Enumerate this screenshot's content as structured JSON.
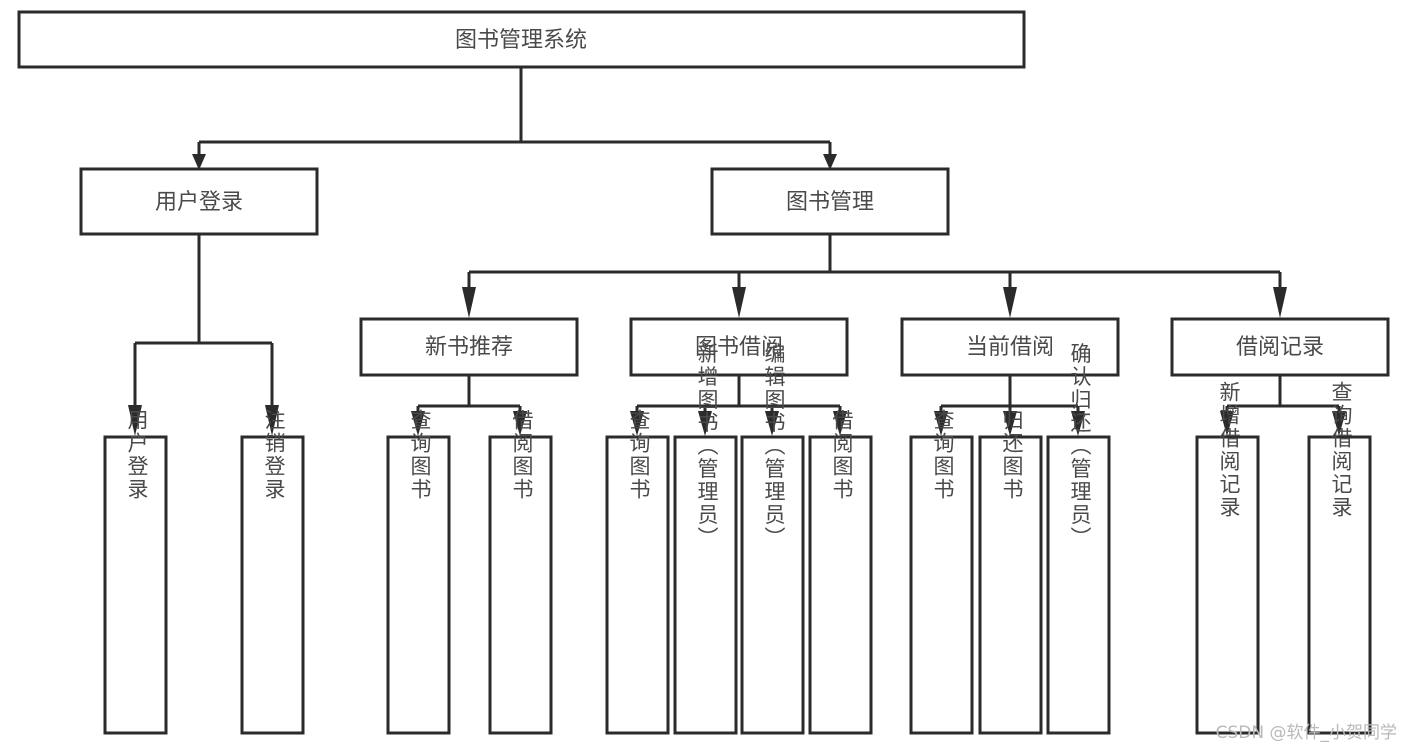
{
  "diagram": {
    "title": "图书管理系统",
    "type": "hierarchy-tree",
    "orientation": "top-down",
    "colors": {
      "box_stroke": "#2b2b2b",
      "box_fill": "#ffffff",
      "text": "#4a4a4a",
      "background": "#ffffff",
      "watermark": "#b9b9b9"
    }
  },
  "root": {
    "label": "图书管理系统"
  },
  "level2": [
    {
      "id": "user-login",
      "label": "用户登录"
    },
    {
      "id": "book-management",
      "label": "图书管理"
    }
  ],
  "level3": [
    {
      "id": "new-book-recommend",
      "label": "新书推荐",
      "parent": "book-management"
    },
    {
      "id": "book-borrow",
      "label": "图书借阅",
      "parent": "book-management"
    },
    {
      "id": "current-borrow",
      "label": "当前借阅",
      "parent": "book-management"
    },
    {
      "id": "borrow-record",
      "label": "借阅记录",
      "parent": "book-management"
    }
  ],
  "leaves": [
    {
      "id": "leaf-user-login",
      "label": "用户登录",
      "parent": "user-login"
    },
    {
      "id": "leaf-logout-login",
      "label": "注销登录",
      "parent": "user-login"
    },
    {
      "id": "leaf-query-book-1",
      "label": "查询图书",
      "parent": "new-book-recommend"
    },
    {
      "id": "leaf-borrow-book-1",
      "label": "借阅图书",
      "parent": "new-book-recommend"
    },
    {
      "id": "leaf-query-book-2",
      "label": "查询图书",
      "parent": "book-borrow"
    },
    {
      "id": "leaf-add-book",
      "label": "新增图书（管理员）",
      "parent": "book-borrow"
    },
    {
      "id": "leaf-edit-book",
      "label": "编辑图书（管理员）",
      "parent": "book-borrow"
    },
    {
      "id": "leaf-borrow-book-2",
      "label": "借阅图书",
      "parent": "book-borrow"
    },
    {
      "id": "leaf-query-book-3",
      "label": "查询图书",
      "parent": "current-borrow"
    },
    {
      "id": "leaf-return-book",
      "label": "归还图书",
      "parent": "current-borrow"
    },
    {
      "id": "leaf-confirm-return",
      "label": "确认归还（管理员）",
      "parent": "current-borrow"
    },
    {
      "id": "leaf-add-record",
      "label": "新增借阅记录",
      "parent": "borrow-record"
    },
    {
      "id": "leaf-query-record",
      "label": "查询借阅记录",
      "parent": "borrow-record"
    }
  ],
  "watermark": {
    "text": "CSDN @软件_小贺同学"
  }
}
